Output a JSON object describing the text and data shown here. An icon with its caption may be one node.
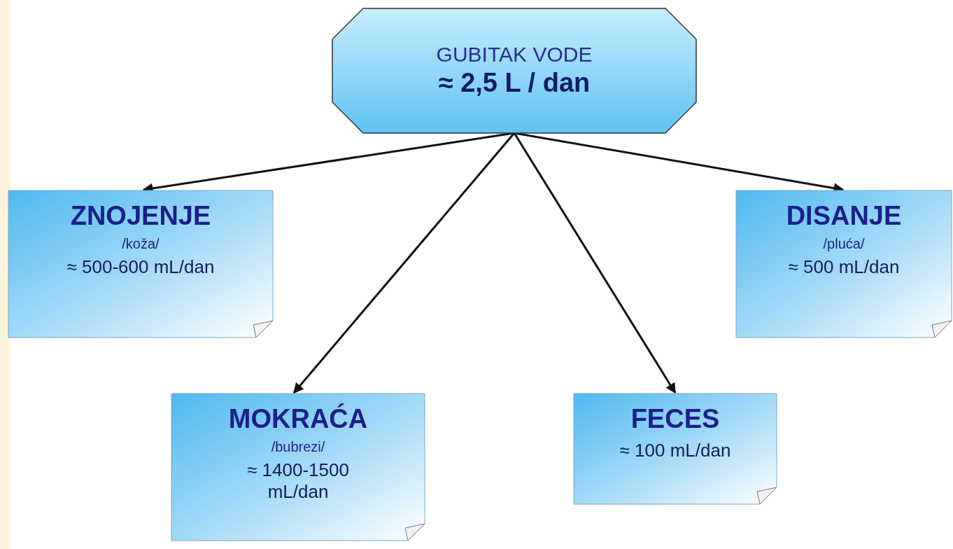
{
  "diagram": {
    "nodes": [
      {
        "text": [
          "GUBITAK VODE",
          "≈ 2,5 L / dan"
        ]
      },
      {
        "text": [
          "ZNOJENJE",
          "/koža/",
          "≈ 500-600 mL/dan"
        ]
      },
      {
        "text": [
          "DISANJE",
          "/pluća/",
          "≈ 500 mL/dan"
        ]
      },
      {
        "text": [
          "MOKRAĆA",
          "/bubrezi/",
          "≈ 1400-1500 mL/dan"
        ]
      },
      {
        "text": [
          "FECES",
          "≈ 100 mL/dan"
        ]
      }
    ],
    "edges": [
      {
        "from": 0,
        "to": 1,
        "arrow": "to"
      },
      {
        "from": 0,
        "to": 3,
        "arrow": "to"
      },
      {
        "from": 0,
        "to": 4,
        "arrow": "to"
      },
      {
        "from": 0,
        "to": 2,
        "arrow": "to"
      }
    ]
  }
}
